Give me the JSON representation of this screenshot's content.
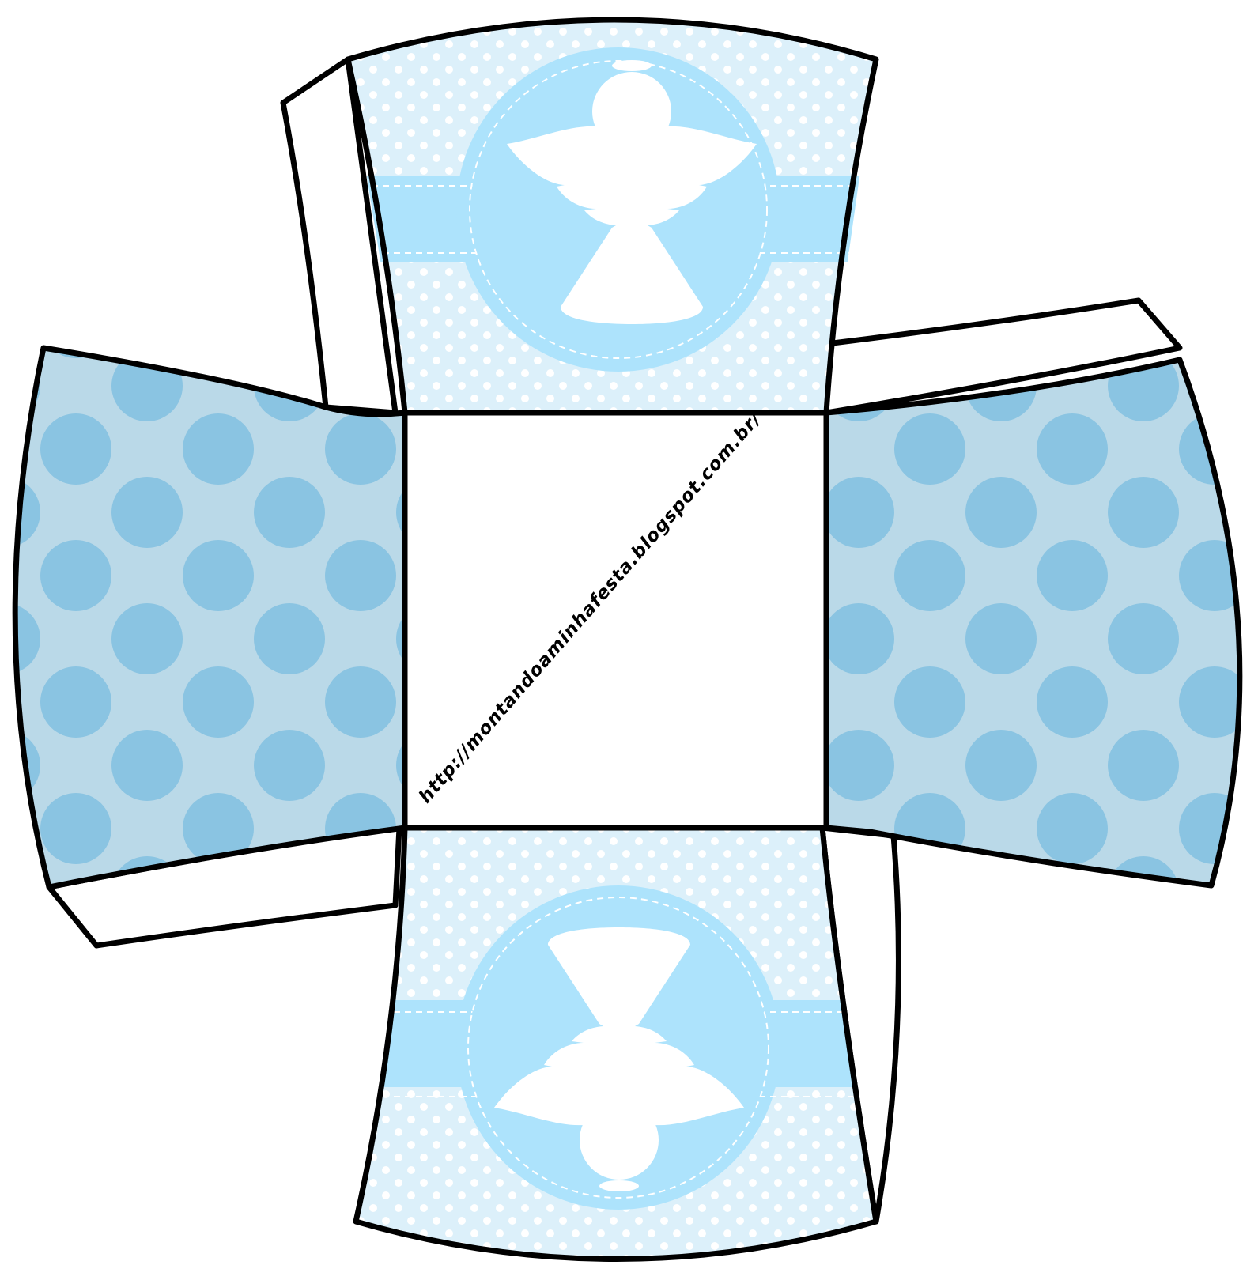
{
  "template": {
    "watermark_url": "http://montandoaminhafesta.blogspot.com.br/",
    "theme": "angel",
    "colors": {
      "outline": "#000000",
      "center_panel": "#ffffff",
      "tab_fill": "#ffffff",
      "small_dot_bg": "#dcf0fa",
      "small_dot": "#ffffff",
      "medallion": "#ade3fc",
      "band": "#ade3fc",
      "big_dot_bg": "#bad9e8",
      "big_dot": "#8ac4e2",
      "angel": "#ffffff"
    },
    "panels": [
      {
        "id": "top",
        "pattern": "small-white-dots",
        "emblem": "angel-upright"
      },
      {
        "id": "bottom",
        "pattern": "small-white-dots",
        "emblem": "angel-inverted"
      },
      {
        "id": "left",
        "pattern": "large-blue-dots"
      },
      {
        "id": "right",
        "pattern": "large-blue-dots"
      },
      {
        "id": "center",
        "pattern": "plain-white"
      }
    ]
  }
}
